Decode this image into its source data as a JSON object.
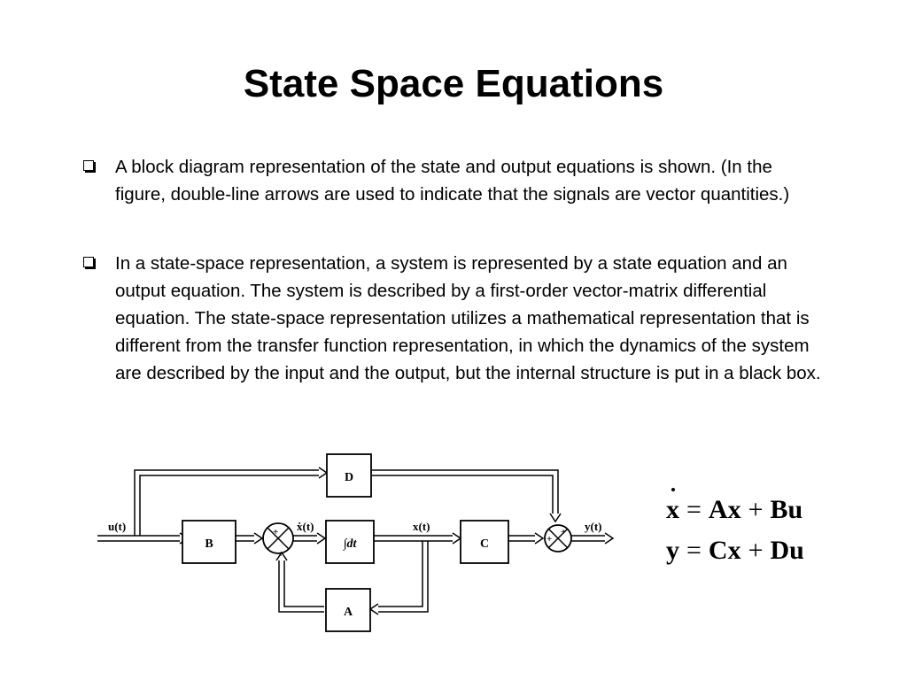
{
  "slide": {
    "title": "State Space Equations",
    "bullets": [
      "A block diagram representation of the state  and output equations is shown. (In the figure, double-line arrows are used to indicate that the signals are vector quantities.)",
      "In a state-space representation, a system is represented by a state equation and an output equation. The system is described by a first-order vector-matrix differential equation.  The state-space representation utilizes a mathematical representation that is different from the transfer function representation, in which the dynamics of the system are described by the input and the output, but the internal structure is put in a black box."
    ]
  },
  "diagram": {
    "blocks": {
      "B": "B",
      "D": "D",
      "C": "C",
      "A": "A",
      "integrator": "∫dt"
    },
    "signals": {
      "input": "u(t)",
      "state_derivative": "ẋ(t)",
      "state": "x(t)",
      "output": "y(t)"
    },
    "plus_sign": "+"
  },
  "equations": {
    "state": {
      "lhs": "x",
      "equals": "=",
      "term1": "Ax",
      "plus": "+",
      "term2": "Bu"
    },
    "output": {
      "lhs": "y",
      "equals": "=",
      "term1": "Cx",
      "plus": "+",
      "term2": "Du"
    }
  }
}
